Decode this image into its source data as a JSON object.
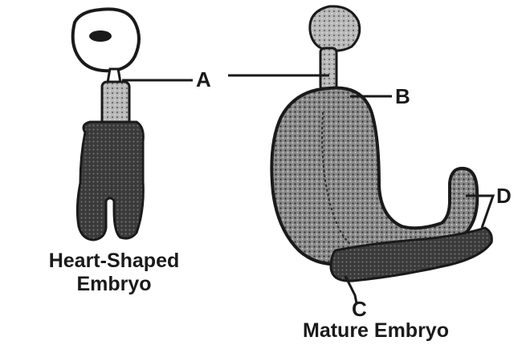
{
  "labels": {
    "a": "A",
    "b": "B",
    "c": "C",
    "d": "D"
  },
  "captions": {
    "heart_shaped_line1": "Heart-Shaped",
    "heart_shaped_line2": "Embryo",
    "mature": "Mature Embryo"
  },
  "colors": {
    "ink": "#1a1a1a",
    "tissue_dark": "#3a3a3a",
    "tissue_mid": "#7a7a7a",
    "tissue_light": "#b9b9b9",
    "background": "#ffffff"
  }
}
